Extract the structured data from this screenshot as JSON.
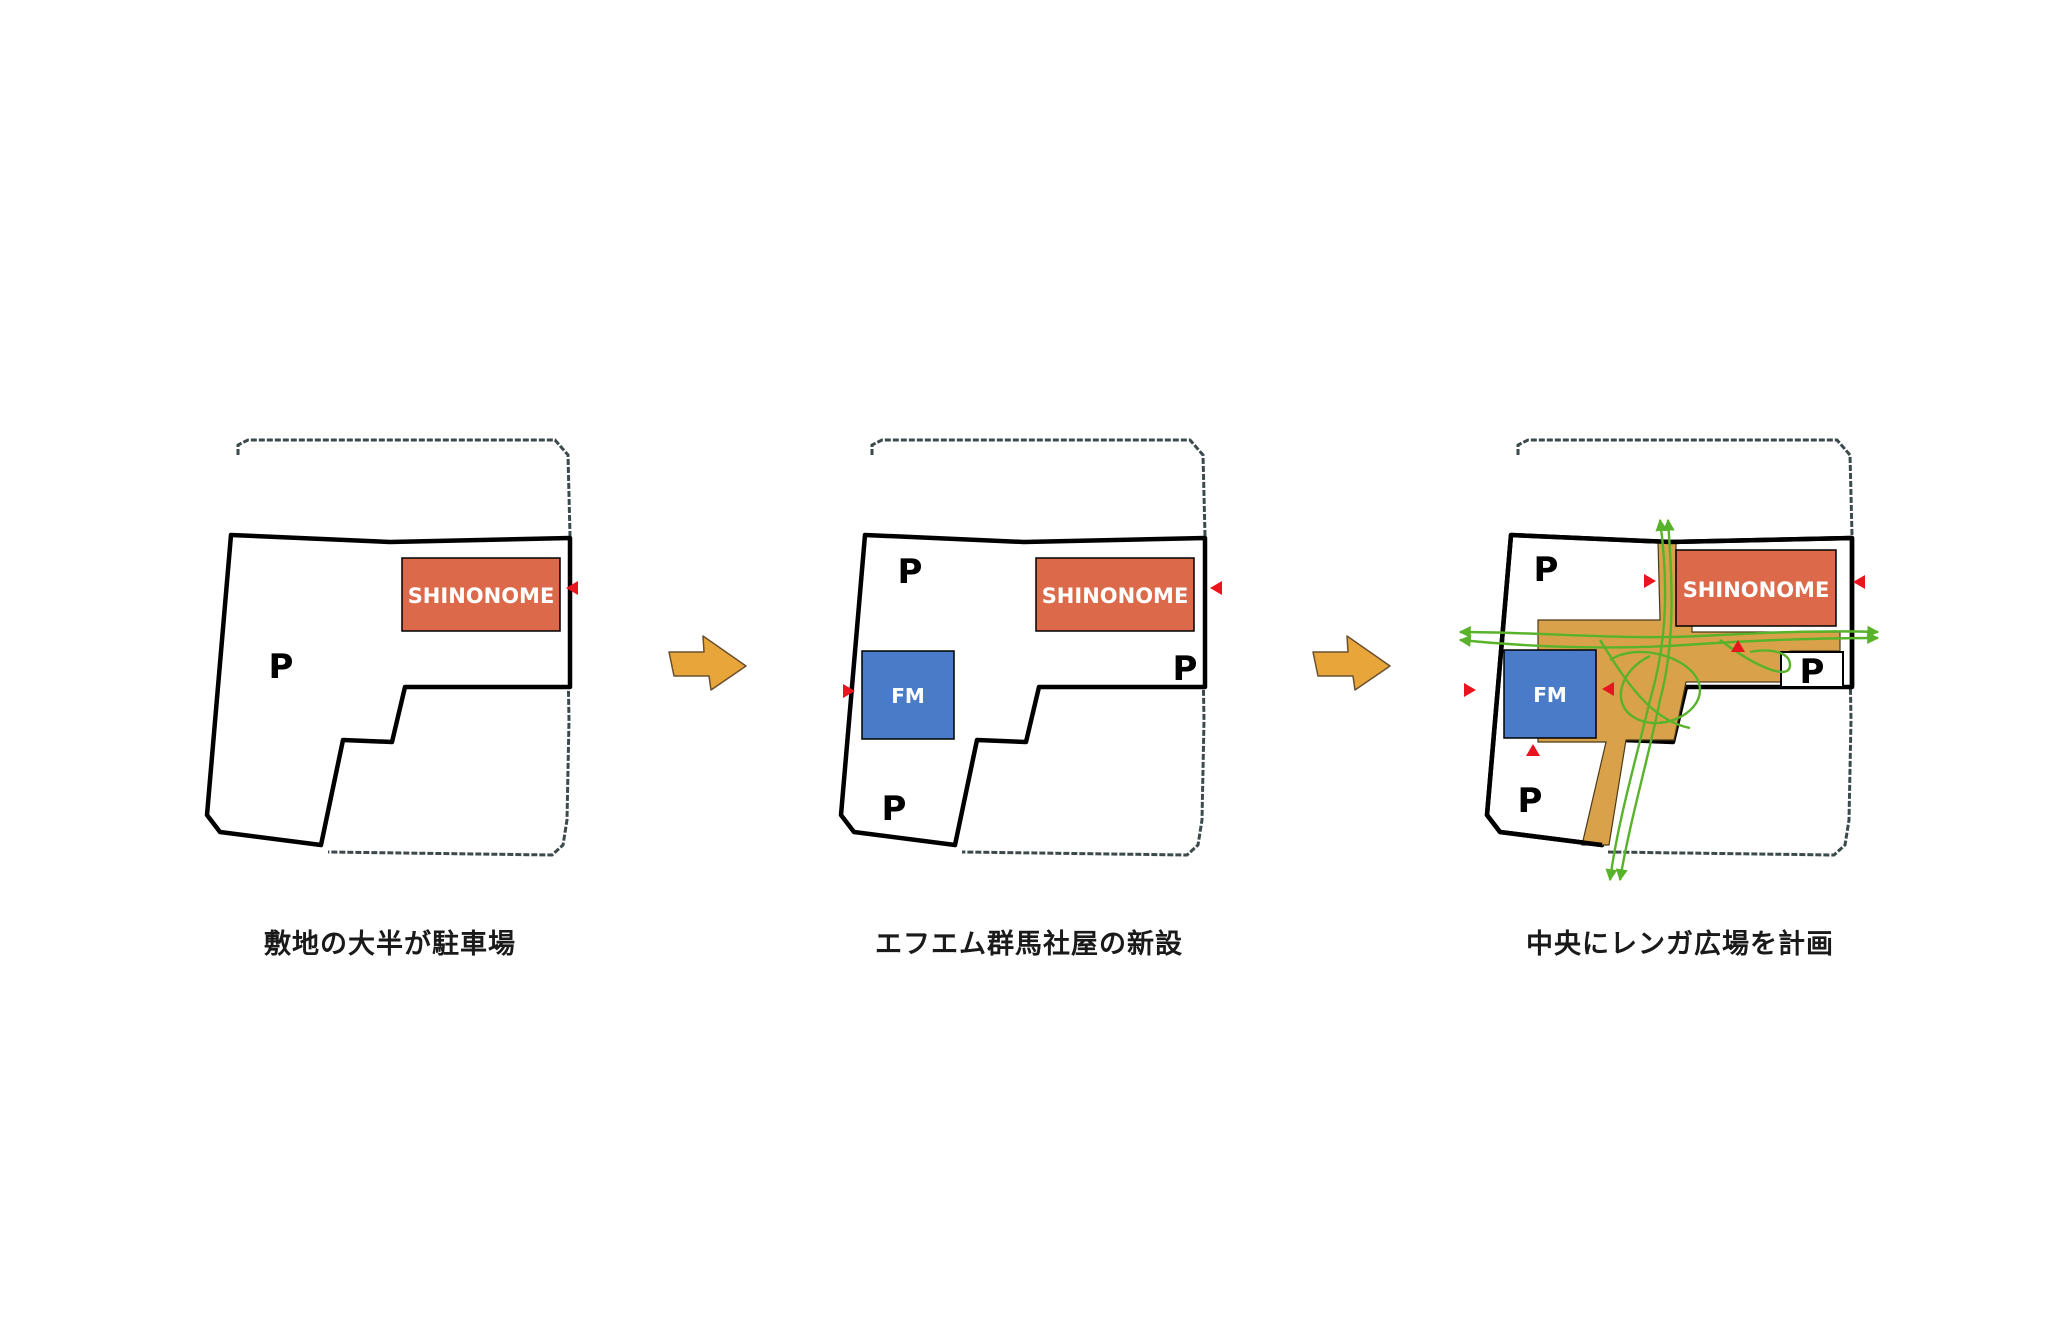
{
  "colors": {
    "background": "#ffffff",
    "road_outline": "#3d4a4c",
    "site_outline": "#000000",
    "shinonome_building": "#dc6a4a",
    "fm_building": "#4a7bc8",
    "plaza": "#d9a24a",
    "transition_arrow": "#e8a63a",
    "entrance_marker": "#e8141e",
    "pedestrian_flow": "#58b32a",
    "label_text": "#ffffff",
    "caption_text": "#1a1a1a"
  },
  "panels": [
    {
      "caption": "敷地の大半が駐車場",
      "shinonome_label": "SHINONOME",
      "parking_labels": [
        "P"
      ]
    },
    {
      "caption": "エフエム群馬社屋の新設",
      "shinonome_label": "SHINONOME",
      "fm_label": "FM",
      "parking_labels": [
        "P",
        "P",
        "P"
      ]
    },
    {
      "caption": "中央にレンガ広場を計画",
      "shinonome_label": "SHINONOME",
      "fm_label": "FM",
      "parking_labels": [
        "P",
        "P",
        "P"
      ]
    }
  ],
  "arrows": [
    {
      "icon": "transition-arrow-icon"
    },
    {
      "icon": "transition-arrow-icon"
    }
  ]
}
